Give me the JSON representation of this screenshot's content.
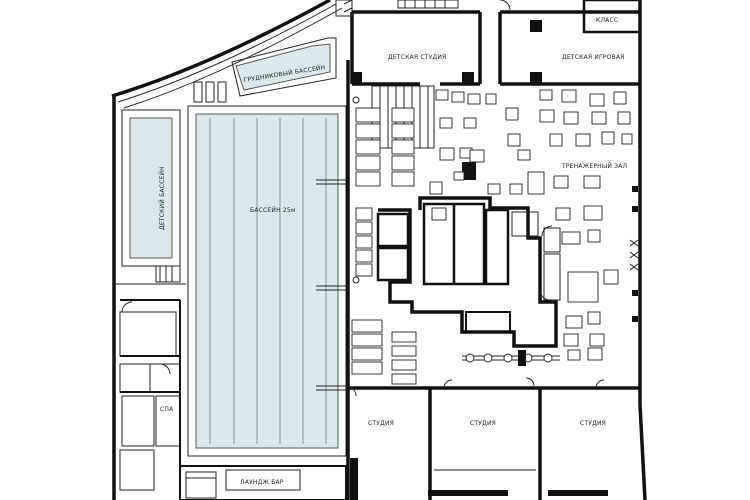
{
  "plan": {
    "labels": {
      "class": "КЛАСС",
      "kids_studio": "ДЕТСКАЯ СТУДИЯ",
      "kids_playroom": "ДЕТСКАЯ ИГРОВАЯ",
      "jacuzzi_pool": "ГРУДНИКОВЫЙ БАССЕЙН",
      "kids_pool": "ДЕТСКИЙ БАССЕЙН",
      "pool_25": "БАССЕЙН 25м",
      "gym": "ТРЕНАЖЕРНЫЙ ЗАЛ",
      "studio_1": "СТУДИЯ",
      "studio_2": "СТУДИЯ",
      "studio_3": "СТУДИЯ",
      "spa": "СПА",
      "lounge_bar": "ЛАУНДЖ БАР"
    },
    "colors": {
      "water": "#dbe9ec",
      "walls": "#111111",
      "background": "#ffffff"
    }
  }
}
